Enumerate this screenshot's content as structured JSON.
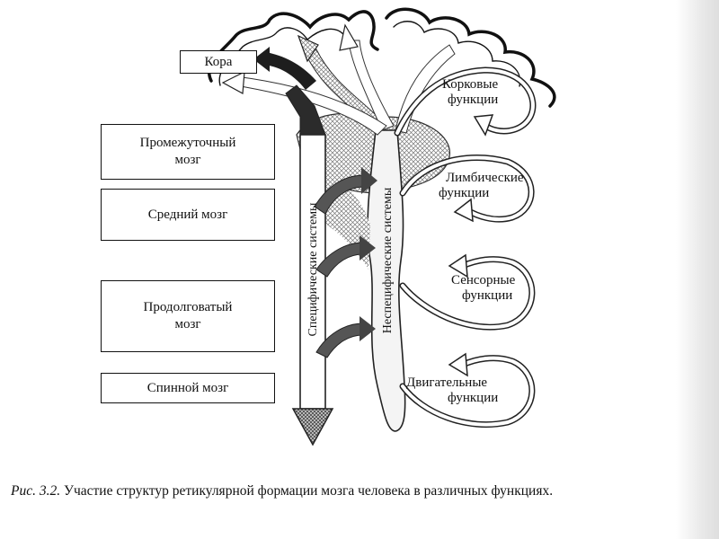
{
  "labels": {
    "kora": "Кора",
    "diencephalon_line1": "Промежуточный",
    "diencephalon_line2": "мозг",
    "midbrain": "Средний мозг",
    "medulla_line1": "Продолговатый",
    "medulla_line2": "мозг",
    "spinal": "Спинной мозг"
  },
  "functions": {
    "cortical_line1": "Корковые",
    "cortical_line2": "функции",
    "limbic_line1": "Лимбические",
    "limbic_line2": "функции",
    "sensory_line1": "Сенсорные",
    "sensory_line2": "функции",
    "motor_line1": "Двигательные",
    "motor_line2": "функции"
  },
  "vertical": {
    "specific": "Специфические системы",
    "nonspecific": "Неспецифические системы"
  },
  "caption": {
    "fig": "Рис. 3.2.",
    "text": "Участие структур ретикулярной формации мозга человека в различных функциях."
  }
}
